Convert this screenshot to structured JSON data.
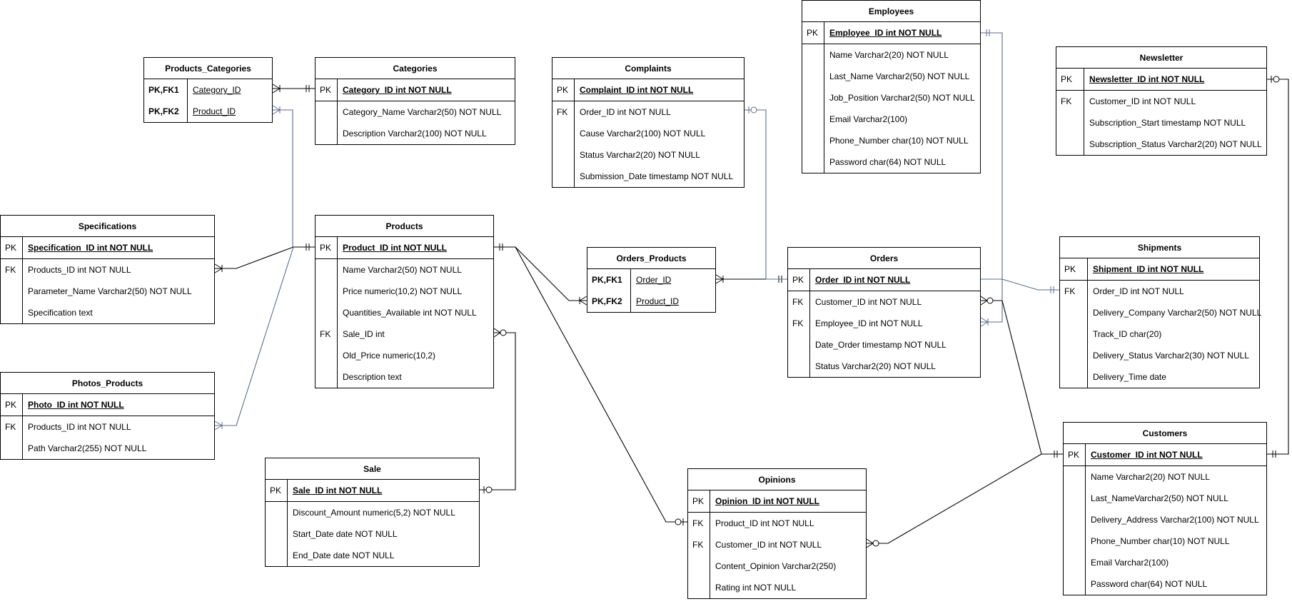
{
  "entities": [
    {
      "id": "products_categories",
      "name": "Products_Categories",
      "kind": "junction",
      "rows": [
        {
          "k": "PK,FK1",
          "a": "Category_ID"
        },
        {
          "k": "PK,FK2",
          "a": "Product_ID"
        }
      ]
    },
    {
      "id": "categories",
      "name": "Categories",
      "rows": [
        {
          "k": "PK",
          "a": "Category_ID int NOT NULL"
        },
        {
          "k": "",
          "a": "Category_Name Varchar2(50) NOT NULL"
        },
        {
          "k": "",
          "a": "Description Varchar2(100) NOT NULL"
        }
      ]
    },
    {
      "id": "complaints",
      "name": "Complaints",
      "rows": [
        {
          "k": "PK",
          "a": "Complaint_ID int NOT NULL"
        },
        {
          "k": "FK",
          "a": "Order_ID int NOT NULL"
        },
        {
          "k": "",
          "a": "Cause Varchar2(100) NOT NULL"
        },
        {
          "k": "",
          "a": "Status Varchar2(20) NOT NULL"
        },
        {
          "k": "",
          "a": "Submission_Date timestamp NOT NULL"
        }
      ]
    },
    {
      "id": "employees",
      "name": "Employees",
      "rows": [
        {
          "k": "PK",
          "a": "Employee_ID int NOT NULL"
        },
        {
          "k": "",
          "a": "Name Varchar2(20) NOT NULL"
        },
        {
          "k": "",
          "a": "Last_Name Varchar2(50) NOT NULL"
        },
        {
          "k": "",
          "a": "Job_Position Varchar2(50) NOT NULL"
        },
        {
          "k": "",
          "a": "Email Varchar2(100)"
        },
        {
          "k": "",
          "a": "Phone_Number char(10) NOT NULL"
        },
        {
          "k": "",
          "a": "Password char(64) NOT NULL"
        }
      ]
    },
    {
      "id": "newsletter",
      "name": "Newsletter",
      "rows": [
        {
          "k": "PK",
          "a": "Newsletter_ID int NOT NULL"
        },
        {
          "k": "FK",
          "a": "Customer_ID int NOT NULL"
        },
        {
          "k": "",
          "a": "Subscription_Start timestamp NOT NULL"
        },
        {
          "k": "",
          "a": "Subscription_Status Varchar2(20) NOT NULL"
        }
      ]
    },
    {
      "id": "specifications",
      "name": "Specifications",
      "rows": [
        {
          "k": "PK",
          "a": "Specification_ID int NOT NULL"
        },
        {
          "k": "FK",
          "a": "Products_ID int NOT NULL"
        },
        {
          "k": "",
          "a": "Parameter_Name Varchar2(50) NOT NULL"
        },
        {
          "k": "",
          "a": "Specification text"
        }
      ]
    },
    {
      "id": "products",
      "name": "Products",
      "rows": [
        {
          "k": "PK",
          "a": "Product_ID int NOT NULL"
        },
        {
          "k": "",
          "a": "Name Varchar2(50) NOT NULL"
        },
        {
          "k": "",
          "a": "Price numeric(10,2) NOT NULL"
        },
        {
          "k": "",
          "a": "Quantities_Available int NOT NULL"
        },
        {
          "k": "FK",
          "a": "Sale_ID int"
        },
        {
          "k": "",
          "a": "Old_Price numeric(10,2)"
        },
        {
          "k": "",
          "a": "Description text"
        }
      ]
    },
    {
      "id": "orders_products",
      "name": "Orders_Products",
      "kind": "junction",
      "rows": [
        {
          "k": "PK,FK1",
          "a": "Order_ID"
        },
        {
          "k": "PK,FK2",
          "a": "Product_ID"
        }
      ]
    },
    {
      "id": "orders",
      "name": "Orders",
      "rows": [
        {
          "k": "PK",
          "a": "Order_ID int NOT NULL"
        },
        {
          "k": "FK",
          "a": "Customer_ID int NOT NULL"
        },
        {
          "k": "FK",
          "a": "Employee_ID int NOT NULL"
        },
        {
          "k": "",
          "a": "Date_Order timestamp NOT NULL"
        },
        {
          "k": "",
          "a": "Status Varchar2(20) NOT NULL"
        }
      ]
    },
    {
      "id": "shipments",
      "name": "Shipments",
      "rows": [
        {
          "k": "PK",
          "a": "Shipment_ID int NOT NULL"
        },
        {
          "k": "FK",
          "a": "Order_ID int NOT NULL"
        },
        {
          "k": "",
          "a": "Delivery_Company Varchar2(50) NOT NULL"
        },
        {
          "k": "",
          "a": "Track_ID char(20)"
        },
        {
          "k": "",
          "a": "Delivery_Status Varchar2(30) NOT NULL"
        },
        {
          "k": "",
          "a": "Delivery_Time date"
        }
      ]
    },
    {
      "id": "photos_products",
      "name": "Photos_Products",
      "rows": [
        {
          "k": "PK",
          "a": "Photo_ID int NOT NULL"
        },
        {
          "k": "FK",
          "a": "Products_ID int NOT NULL"
        },
        {
          "k": "",
          "a": "Path Varchar2(255) NOT NULL"
        }
      ]
    },
    {
      "id": "sale",
      "name": "Sale",
      "rows": [
        {
          "k": "PK",
          "a": "Sale_ID int NOT NULL"
        },
        {
          "k": "",
          "a": "Discount_Amount numeric(5,2) NOT NULL"
        },
        {
          "k": "",
          "a": "Start_Date date NOT NULL"
        },
        {
          "k": "",
          "a": "End_Date date NOT NULL"
        }
      ]
    },
    {
      "id": "opinions",
      "name": "Opinions",
      "rows": [
        {
          "k": "PK",
          "a": "Opinion_ID int NOT NULL"
        },
        {
          "k": "FK",
          "a": "Product_ID int NOT NULL"
        },
        {
          "k": "FK",
          "a": "Customer_ID int NOT NULL"
        },
        {
          "k": "",
          "a": "Content_Opinion Varchar2(250)"
        },
        {
          "k": "",
          "a": "Rating int NOT NULL"
        }
      ]
    },
    {
      "id": "customers",
      "name": "Customers",
      "rows": [
        {
          "k": "PK",
          "a": "Customer_ID int NOT NULL"
        },
        {
          "k": "",
          "a": "Name Varchar2(20) NOT NULL"
        },
        {
          "k": "",
          "a": "Last_NameVarchar2(50) NOT NULL"
        },
        {
          "k": "",
          "a": "Delivery_Address Varchar2(100) NOT NULL"
        },
        {
          "k": "",
          "a": "Phone_Number char(10) NOT NULL"
        },
        {
          "k": "",
          "a": "Email Varchar2(100)"
        },
        {
          "k": "",
          "a": "Password char(64) NOT NULL"
        }
      ]
    }
  ],
  "relationships": [
    {
      "from": "products_categories.Category_ID",
      "to": "categories.Category_ID",
      "from_end": "one-or-many",
      "to_end": "one-and-only-one",
      "color": "#000000"
    },
    {
      "from": "products_categories.Product_ID",
      "to": "products.Product_ID",
      "from_end": "one-or-many",
      "to_end": "one-and-only-one",
      "color": "#5b6b8c"
    },
    {
      "from": "specifications.Products_ID",
      "to": "products.Product_ID",
      "from_end": "one-or-many",
      "to_end": "one-and-only-one",
      "color": "#000000"
    },
    {
      "from": "photos_products.Products_ID",
      "to": "products.Product_ID",
      "from_end": "one-or-many",
      "to_end": "one-and-only-one",
      "color": "#5b6b8c"
    },
    {
      "from": "products.Product_ID",
      "to": "orders_products.Product_ID",
      "from_end": "one-and-only-one",
      "to_end": "one-or-many",
      "color": "#000000"
    },
    {
      "from": "products.Sale_ID",
      "to": "sale.Sale_ID",
      "from_end": "zero-or-many",
      "to_end": "zero-or-one",
      "color": "#000000"
    },
    {
      "from": "products.Product_ID",
      "to": "opinions.Product_ID",
      "from_end": "one-and-only-one",
      "to_end": "zero-or-one",
      "color": "#000000"
    },
    {
      "from": "orders_products.Order_ID",
      "to": "orders.Order_ID",
      "from_end": "one-or-many",
      "to_end": "one-and-only-one",
      "color": "#000000"
    },
    {
      "from": "complaints.Order_ID",
      "to": "orders.Order_ID",
      "from_end": "zero-or-one",
      "to_end": "one-and-only-one",
      "color": "#5b6b8c"
    },
    {
      "from": "employees.Employee_ID",
      "to": "orders.Employee_ID",
      "from_end": "one-and-only-one",
      "to_end": "one-or-many",
      "color": "#5b6b8c"
    },
    {
      "from": "orders.Order_ID",
      "to": "shipments.Order_ID",
      "from_end": "one-and-only-one",
      "to_end": "one-and-only-one",
      "color": "#5b6b8c"
    },
    {
      "from": "orders.Customer_ID",
      "to": "customers.Customer_ID",
      "from_end": "zero-or-many",
      "to_end": "one-and-only-one",
      "color": "#000000"
    },
    {
      "from": "opinions.Customer_ID",
      "to": "customers.Customer_ID",
      "from_end": "zero-or-many",
      "to_end": "one-and-only-one",
      "color": "#000000"
    },
    {
      "from": "newsletter.Newsletter_ID",
      "to": "customers.Customer_ID",
      "from_end": "zero-or-one",
      "to_end": "one-and-only-one",
      "color": "#000000"
    }
  ]
}
